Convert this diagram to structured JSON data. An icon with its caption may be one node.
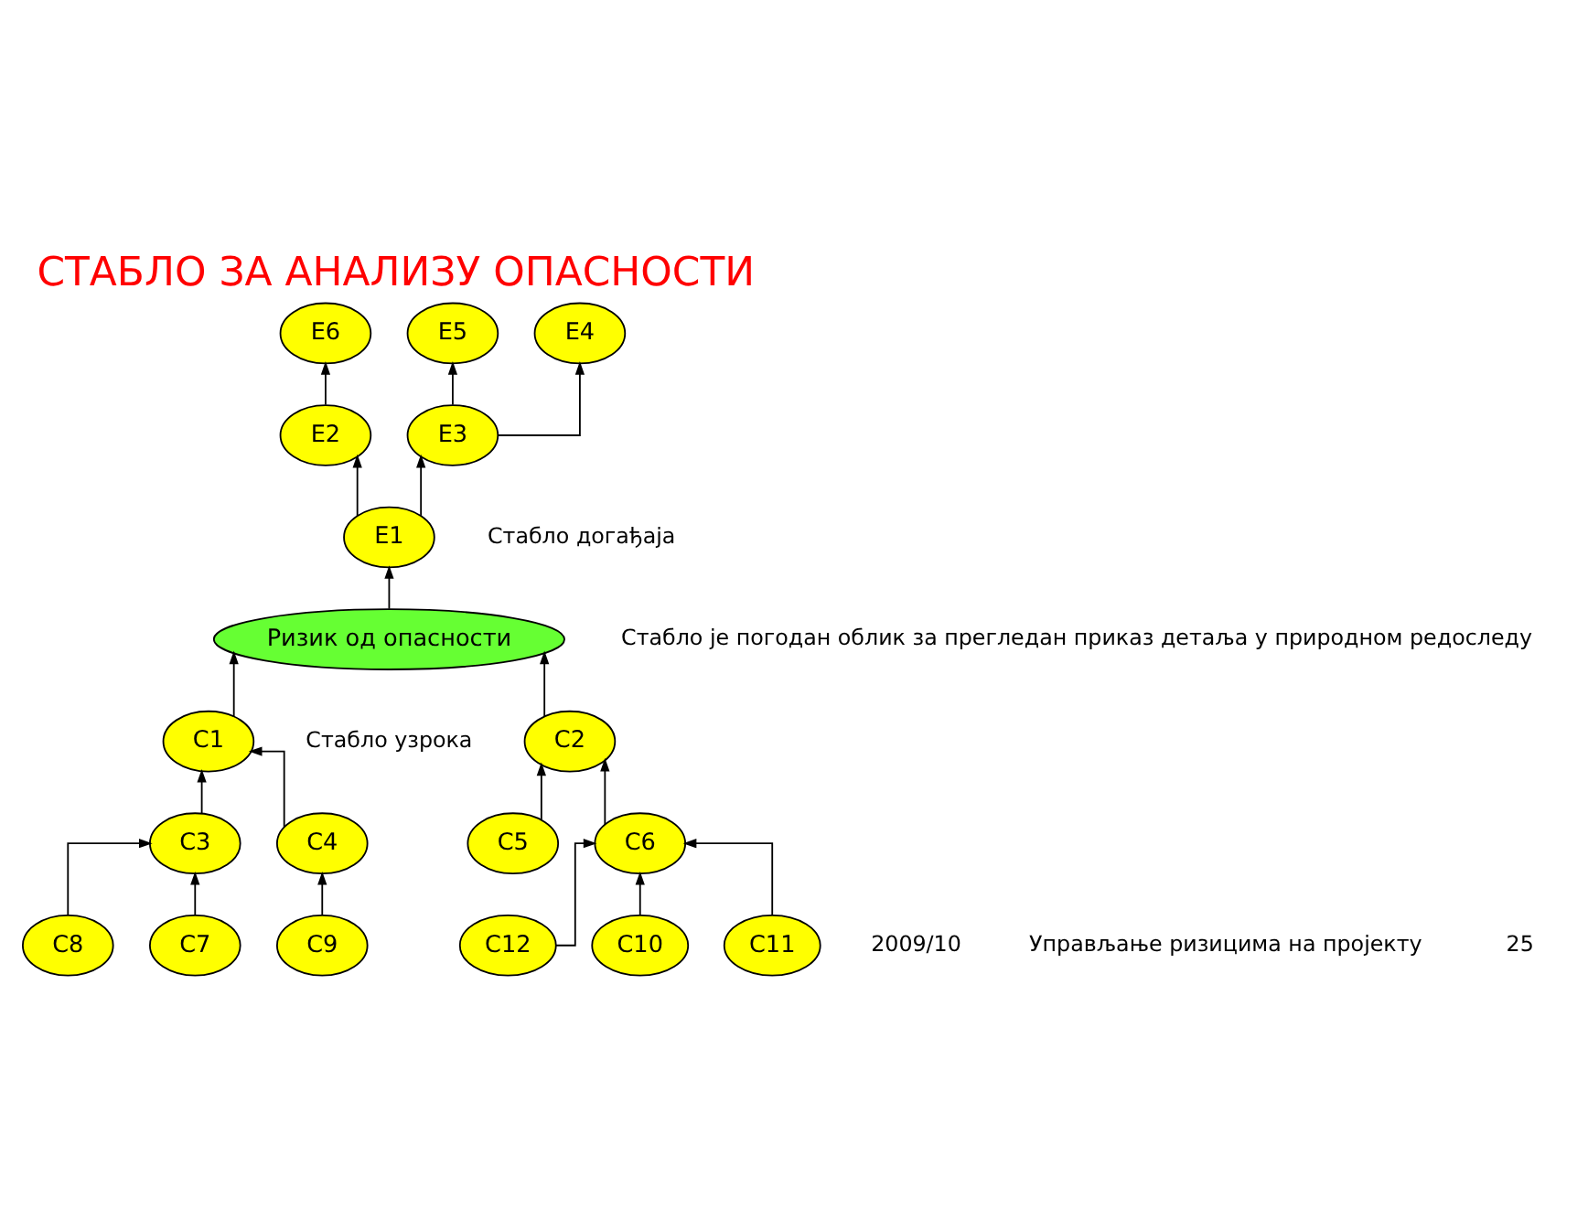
{
  "diagram": {
    "title": "СТАБЛО ЗА АНАЛИЗУ ОПАСНОСТИ",
    "nodes": [
      {
        "text": [
          "E6"
        ]
      },
      {
        "text": [
          "E5"
        ]
      },
      {
        "text": [
          "E4"
        ]
      },
      {
        "text": [
          "E2"
        ]
      },
      {
        "text": [
          "E3"
        ]
      },
      {
        "text": [
          "E1"
        ]
      },
      {
        "text": [
          "Ризик од опасности"
        ]
      },
      {
        "text": [
          "C1"
        ]
      },
      {
        "text": [
          "C2"
        ]
      },
      {
        "text": [
          "C3"
        ]
      },
      {
        "text": [
          "C4"
        ]
      },
      {
        "text": [
          "C5"
        ]
      },
      {
        "text": [
          "C6"
        ]
      },
      {
        "text": [
          "C12"
        ]
      },
      {
        "text": [
          "C8"
        ]
      },
      {
        "text": [
          "C7"
        ]
      },
      {
        "text": [
          "C9"
        ]
      },
      {
        "text": [
          "C10"
        ]
      },
      {
        "text": [
          "C11"
        ]
      }
    ],
    "edges": [
      {
        "from": 3,
        "to": 0,
        "arrow": "to"
      },
      {
        "from": 4,
        "to": 1,
        "arrow": "to"
      },
      {
        "from": 4,
        "to": 2,
        "arrow": "to"
      },
      {
        "from": 5,
        "to": 3,
        "arrow": "to"
      },
      {
        "from": 5,
        "to": 4,
        "arrow": "to"
      },
      {
        "from": 6,
        "to": 5,
        "arrow": "to"
      },
      {
        "from": 7,
        "to": 6,
        "arrow": "to"
      },
      {
        "from": 8,
        "to": 6,
        "arrow": "to"
      },
      {
        "from": 9,
        "to": 7,
        "arrow": "to"
      },
      {
        "from": 10,
        "to": 7,
        "arrow": "to"
      },
      {
        "from": 11,
        "to": 8,
        "arrow": "to"
      },
      {
        "from": 12,
        "to": 8,
        "arrow": "to"
      },
      {
        "from": 14,
        "to": 9,
        "arrow": "to"
      },
      {
        "from": 15,
        "to": 9,
        "arrow": "to"
      },
      {
        "from": 16,
        "to": 10,
        "arrow": "to"
      },
      {
        "from": 13,
        "to": 12,
        "arrow": "to"
      },
      {
        "from": 17,
        "to": 12,
        "arrow": "to"
      },
      {
        "from": 18,
        "to": 12,
        "arrow": "to"
      }
    ],
    "labels": [
      "Стабло догађаја",
      "Стабло је погодан облик за прегледан приказ детаља у природном редоследу",
      "Стабло узрока",
      "2009/10",
      "Управљање ризицима на пројекту",
      "25"
    ]
  }
}
